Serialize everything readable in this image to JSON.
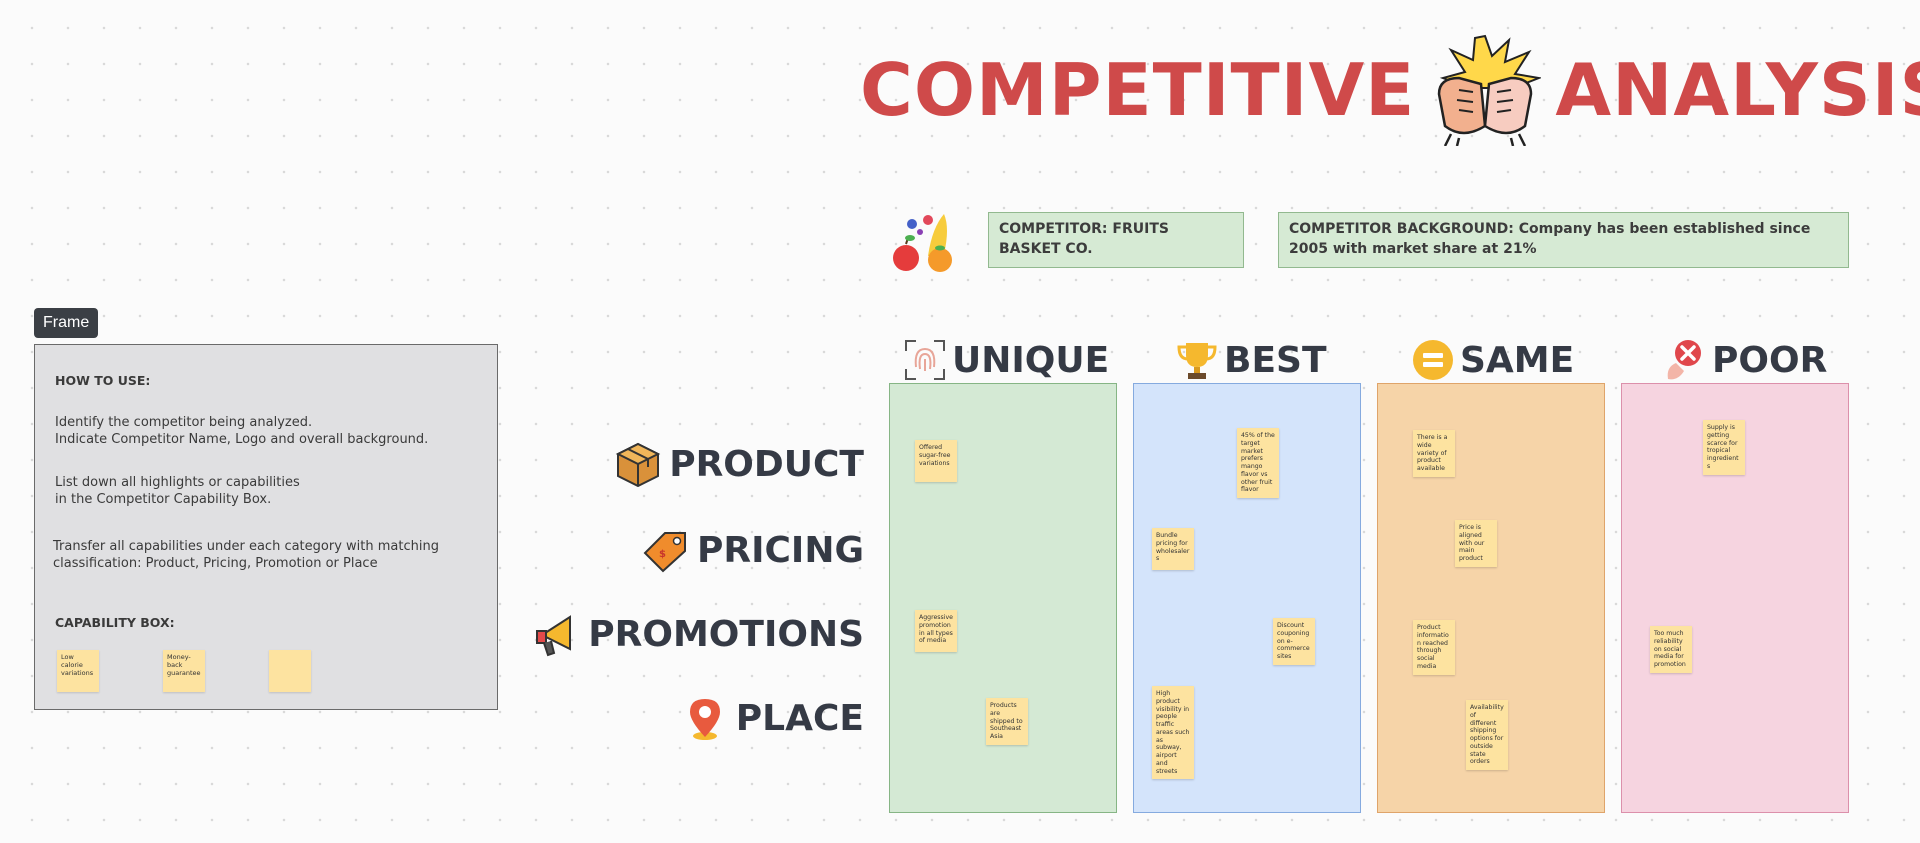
{
  "title": {
    "left_word": "COMPETITIVE",
    "right_word": "ANALYSIS"
  },
  "competitor": {
    "name": "COMPETITOR: FRUITS BASKET CO.",
    "background": "COMPETITOR BACKGROUND: Company has been established since 2005 with market share at 21%"
  },
  "frame_tag": "Frame",
  "instructions": {
    "heading": "HOW TO USE:",
    "lines": [
      "Identify the competitor being analyzed.",
      "Indicate Competitor Name, Logo and overall background.",
      "List down all highlights or capabilities",
      "in the Competitor Capability Box.",
      "Transfer all capabilities under each category with matching",
      "classification: Product, Pricing, Promotion or Place"
    ],
    "capability_heading": "CAPABILITY BOX:",
    "capability_notes": [
      "Low calorie variations",
      "Money-back guarantee",
      ""
    ]
  },
  "columns": [
    {
      "label": "UNIQUE",
      "icon": "fingerprint-icon",
      "color": "#d4e9d4"
    },
    {
      "label": "BEST",
      "icon": "trophy-icon",
      "color": "#d4e4fb"
    },
    {
      "label": "SAME",
      "icon": "equals-icon",
      "color": "#f6d4a8"
    },
    {
      "label": "POOR",
      "icon": "cross-hand-icon",
      "color": "#f6d4e0"
    }
  ],
  "rows": [
    {
      "label": "PRODUCT",
      "icon": "box-icon"
    },
    {
      "label": "PRICING",
      "icon": "price-tag-icon"
    },
    {
      "label": "PROMOTIONS",
      "icon": "megaphone-icon"
    },
    {
      "label": "PLACE",
      "icon": "location-pin-icon"
    }
  ],
  "notes": {
    "unique_product": "Offered sugar-free variations",
    "unique_promotions": "Aggressive promotion in all types of media",
    "unique_place": "Products are shipped to Southeast Asia",
    "best_product": "45% of the target market prefers mango flavor vs other fruit flavor",
    "best_pricing": "Bundle pricing for wholesalers",
    "best_promotions": "Discount couponing on e-commerce sites",
    "best_place": "High product visibility in people traffic areas such as subway, airport and streets",
    "same_product": "There is a wide variety of product available",
    "same_pricing": "Price is aligned with our main product",
    "same_promotions": "Product information reached through social media",
    "same_place": "Availability of different shipping options for outside state orders",
    "poor_product": "Supply is getting scarce for tropical ingredients",
    "poor_promotions": "Too much reliability on social media for promotion"
  },
  "colors": {
    "title_red": "#cf4a4a",
    "label_dark": "#353a45",
    "sticky_yellow": "#fde3a0"
  }
}
